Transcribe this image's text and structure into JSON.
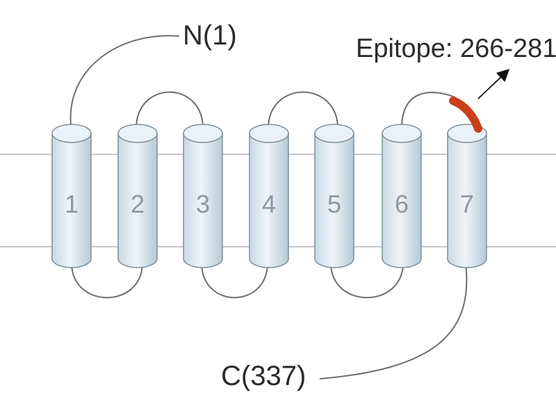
{
  "labels": {
    "n_terminus": "N(1)",
    "c_terminus": "C(337)",
    "epitope": "Epitope: 266-281"
  },
  "helices": [
    "1",
    "2",
    "3",
    "4",
    "5",
    "6",
    "7"
  ],
  "colors": {
    "helix_fill_light": "#e9f2f8",
    "helix_fill_dark": "#bccfdc",
    "helix_stroke": "#7d8d98",
    "loop": "#6e6e6e",
    "membrane": "#c4c9cc",
    "epitope": "#c9401a",
    "text": "#2b2b2b"
  }
}
